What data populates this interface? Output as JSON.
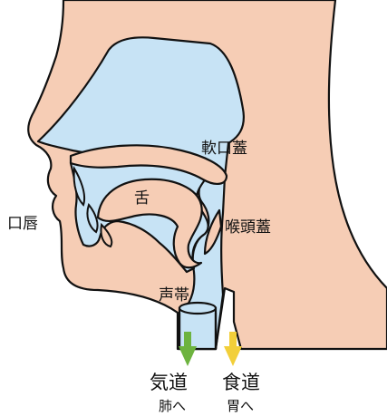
{
  "colors": {
    "skin": "#f6cdb5",
    "cavity": "#c7e3f5",
    "outline": "#111111",
    "airway_arrow": "#6db33f",
    "food_arrow": "#f2cf3a",
    "airway_text": "#6db33f",
    "food_text": "#f3a21b"
  },
  "labels": {
    "soft_palate": "軟口蓋",
    "tongue": "舌",
    "lips": "口唇",
    "epiglottis": "喉頭蓋",
    "vocal_cords": "声帯"
  },
  "routes": {
    "airway": {
      "title": "気道",
      "destination": "肺へ"
    },
    "esophagus": {
      "title": "食道",
      "destination": "胃へ"
    }
  }
}
